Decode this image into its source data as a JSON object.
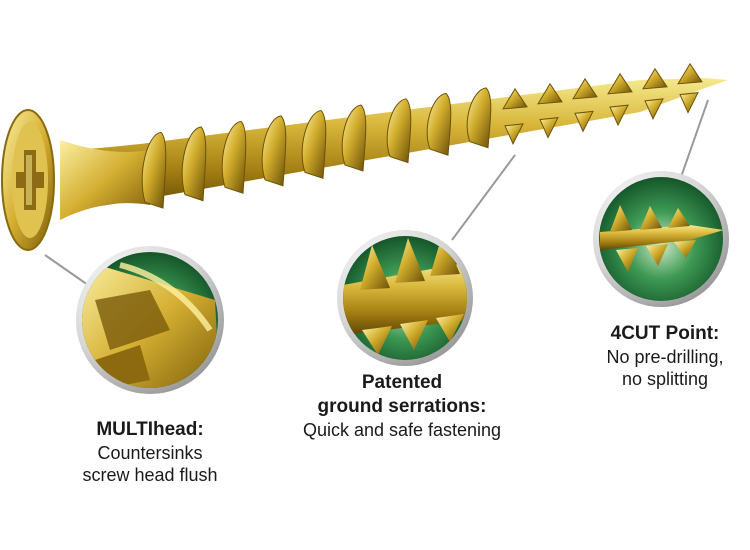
{
  "colors": {
    "background": "#ffffff",
    "screw_gold": "#c9a227",
    "screw_highlight": "#f3e27a",
    "screw_shadow": "#6e5208",
    "lens_green": "#1f7a3a",
    "lens_ring": "#d9d9d9",
    "pointer_line": "#9a9a9a"
  },
  "features": [
    {
      "id": "multihead",
      "title": "MULTIhead:",
      "lines": [
        "Countersinks",
        "screw head flush"
      ]
    },
    {
      "id": "serrations",
      "title_lines": [
        "Patented",
        "ground serrations:"
      ],
      "lines": [
        "Quick and safe fastening"
      ]
    },
    {
      "id": "4cut",
      "title": "4CUT Point:",
      "lines": [
        "No pre-drilling,",
        "no splitting"
      ]
    }
  ],
  "icons": {
    "screw": "screw-illustration",
    "zoom_lens": "magnifier-lens"
  }
}
